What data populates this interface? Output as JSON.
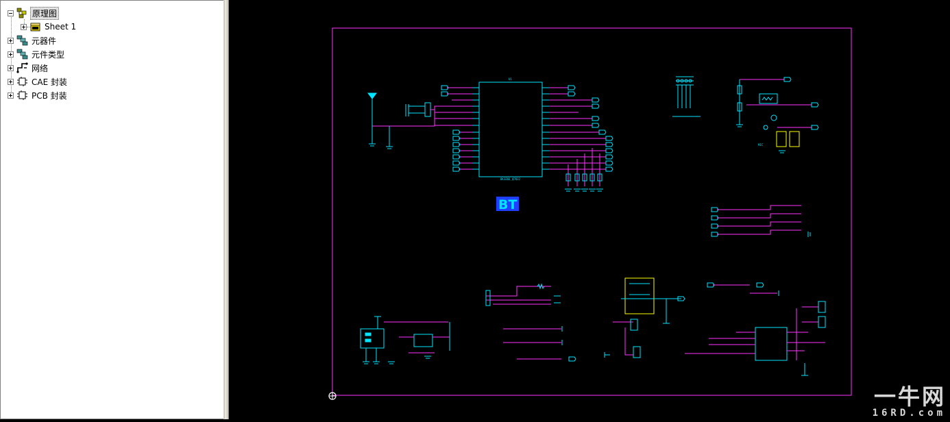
{
  "tree": {
    "items": [
      {
        "label": "原理图",
        "expanded": true,
        "icon": "schematic-icon"
      },
      {
        "label": "Sheet 1",
        "expanded": false,
        "icon": "sheet-icon"
      },
      {
        "label": "元器件",
        "expanded": false,
        "icon": "components-icon"
      },
      {
        "label": "元件类型",
        "expanded": false,
        "icon": "part-types-icon"
      },
      {
        "label": "网络",
        "expanded": false,
        "icon": "nets-icon"
      },
      {
        "label": "CAE 封装",
        "expanded": false,
        "icon": "cae-decal-icon"
      },
      {
        "label": "PCB 封装",
        "expanded": false,
        "icon": "pcb-decal-icon"
      }
    ]
  },
  "schematic": {
    "block_label": "BT",
    "colors": {
      "border": "#ff33ff",
      "component": "#00e5ff",
      "wire": "#ff33ff",
      "background": "#000000",
      "label_fill": "#1f3fff"
    }
  },
  "watermark": {
    "cn": "一牛网",
    "en": "16RD.com"
  }
}
